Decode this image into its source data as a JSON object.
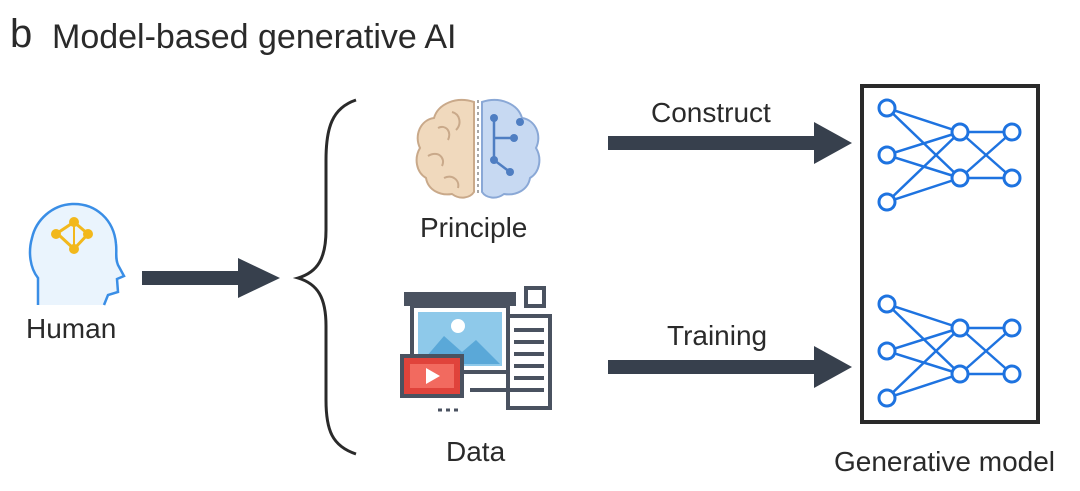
{
  "panel_letter": "b",
  "title": "Model-based generative AI",
  "nodes": {
    "human": "Human",
    "principle": "Principle",
    "data": "Data",
    "generative_model": "Generative model"
  },
  "edges": {
    "construct": "Construct",
    "training": "Training"
  },
  "colors": {
    "arrow": "#37404d",
    "network": "#1e73e0",
    "head_outline": "#3a8ee6",
    "head_symbol": "#f2b81c",
    "brain_left": "#f0d9bd",
    "brain_right": "#c7d9f2",
    "media_frame": "#4a5260",
    "media_photo": "#8ec9ea",
    "media_video": "#e0433b"
  },
  "icons": [
    "human-head-icon",
    "brain-icon",
    "media-data-icon",
    "neural-network-icon"
  ]
}
